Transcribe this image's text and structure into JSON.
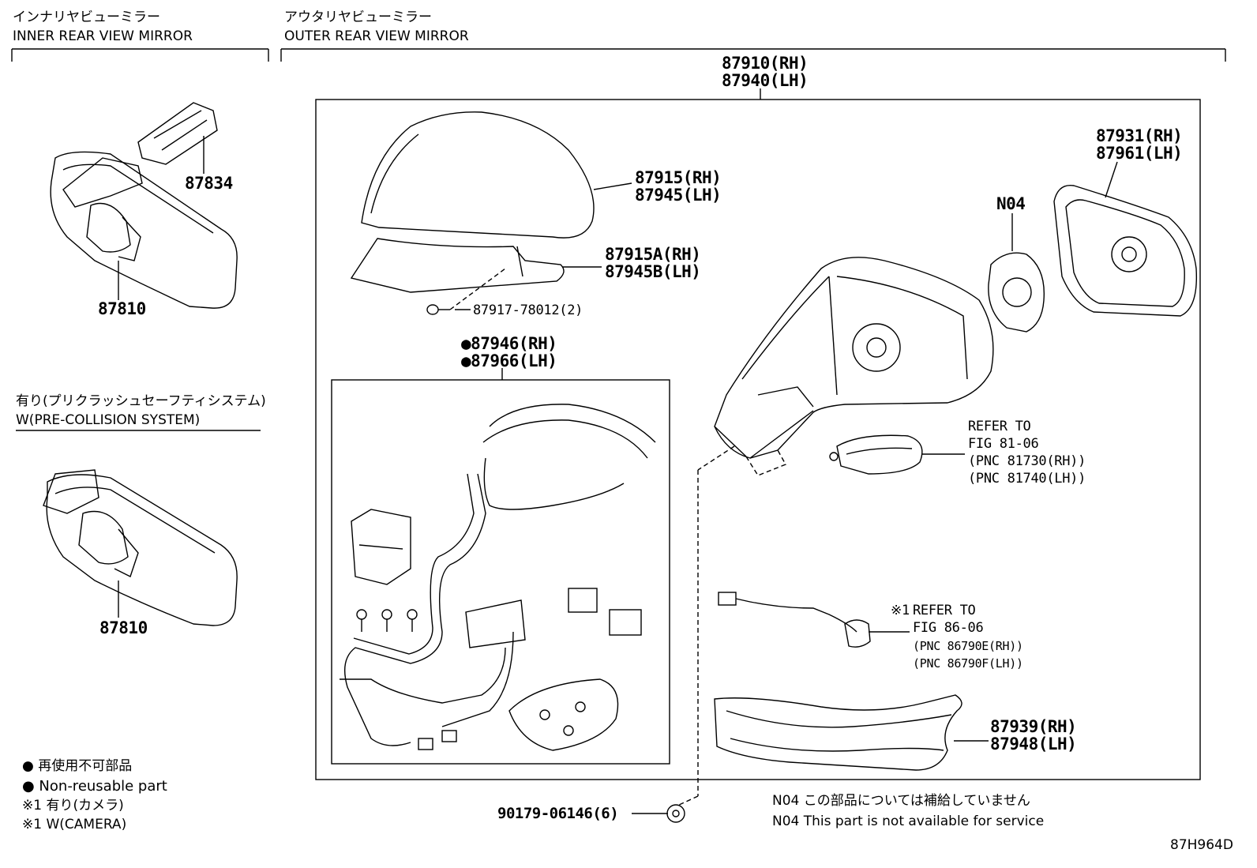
{
  "sections": {
    "inner": {
      "title_jp": "インナリヤビューミラー",
      "title_en": "INNER REAR VIEW MIRROR"
    },
    "outer": {
      "title_jp": "アウタリヤビューミラー",
      "title_en": "OUTER REAR VIEW MIRROR"
    },
    "precollision": {
      "title_jp": "有り(プリクラッシュセーフティシステム)",
      "title_en": "W(PRE-COLLISION SYSTEM)"
    }
  },
  "parts": {
    "p87834": "87834",
    "p87810a": "87810",
    "p87810b": "87810",
    "assy_rh": "87910(RH)",
    "assy_lh": "87940(LH)",
    "cover_rh": "87915(RH)",
    "cover_lh": "87945(LH)",
    "coverA_rh": "87915A(RH)",
    "coverB_lh": "87945B(LH)",
    "screw": "87917-78012(2)",
    "harness_rh": "●87946(RH)",
    "harness_lh": "●87966(LH)",
    "glass_rh": "87931(RH)",
    "glass_lh": "87961(LH)",
    "n04": "N04",
    "lower_rh": "87939(RH)",
    "lower_lh": "87948(LH)",
    "clip": "90179-06146(6)"
  },
  "refers": {
    "r1_line1": "REFER TO",
    "r1_line2": "FIG 81-06",
    "r1_line3": "(PNC 81730(RH))",
    "r1_line4": "(PNC 81740(LH))",
    "r2_mark": "※1",
    "r2_line1": "REFER TO",
    "r2_line2": "FIG 86-06",
    "r2_line3": "(PNC 86790E(RH))",
    "r2_line4": "(PNC 86790F(LH))"
  },
  "legend": {
    "l1": "● 再使用不可部品",
    "l2": "● Non-reusable part",
    "l3": "※1 有り(カメラ)",
    "l4": "※1 W(CAMERA)"
  },
  "notes": {
    "n1": "N04 この部品については補給していません",
    "n2": "N04 This part is not available for service"
  },
  "figure_id": "87H964D"
}
